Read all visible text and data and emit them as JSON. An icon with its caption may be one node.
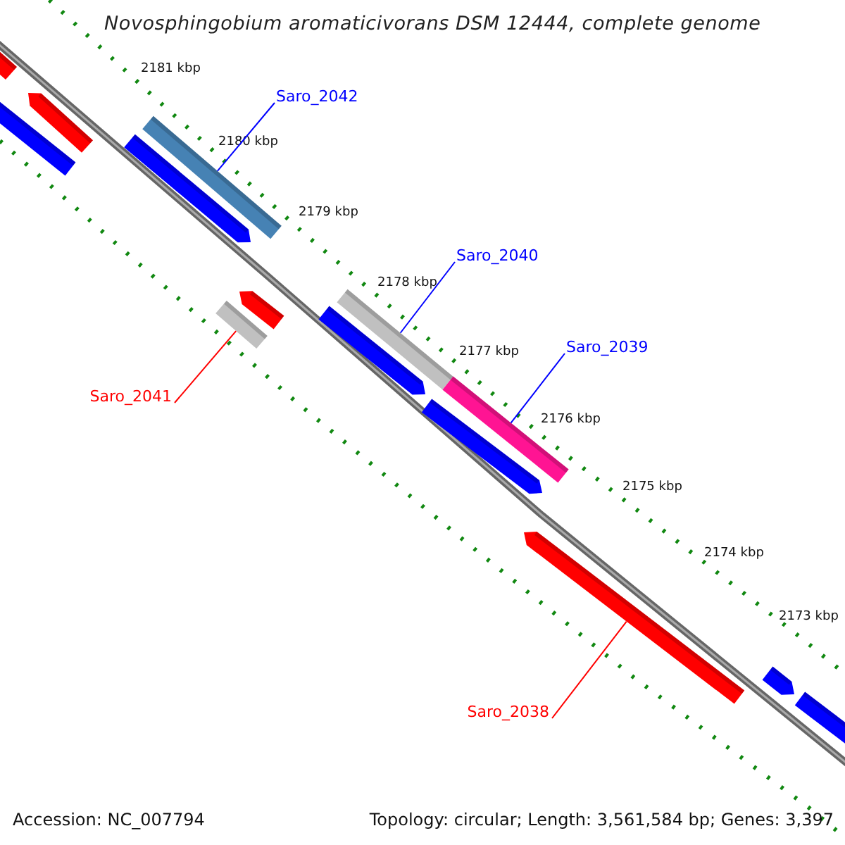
{
  "diagram": {
    "title": "Novosphingobium aromaticivorans DSM 12444, complete genome",
    "nodes": [
      {
        "text": [
          "Saro_2042"
        ]
      },
      {
        "text": [
          "Saro_2040"
        ]
      },
      {
        "text": [
          "Saro_2039"
        ]
      },
      {
        "text": [
          "Saro_2041"
        ]
      },
      {
        "text": [
          "Saro_2038"
        ]
      },
      {
        "text": [],
        "shape": "bar"
      },
      {
        "text": [],
        "shape": "bar"
      },
      {
        "text": [],
        "shape": "bar"
      },
      {
        "text": [],
        "shape": "bar"
      },
      {
        "text": [],
        "shape": "bar"
      }
    ],
    "edges": [
      {
        "from": 0,
        "to": 5,
        "arrow": "none"
      },
      {
        "from": 1,
        "to": 6,
        "arrow": "none"
      },
      {
        "from": 2,
        "to": 8,
        "arrow": "none"
      },
      {
        "from": 3,
        "to": 7,
        "arrow": "none",
        "color": "#ff0000"
      },
      {
        "from": 4,
        "to": 9,
        "arrow": "none",
        "color": "#ff0000"
      }
    ],
    "labels": [
      "2181 kbp",
      "2180 kbp",
      "2179 kbp",
      "2178 kbp",
      "2177 kbp",
      "2176 kbp",
      "2175 kbp",
      "2174 kbp",
      "2173 kbp",
      "Accession: NC_007794",
      "Topology: circular; Length: 3,561,584 bp; Genes: 3,397"
    ]
  }
}
